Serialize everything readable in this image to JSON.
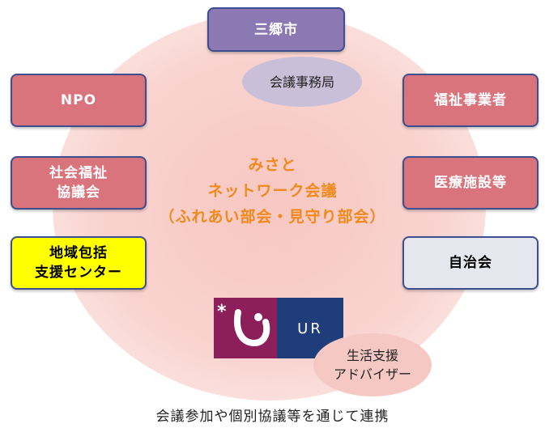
{
  "nodes": {
    "city": "三郷市",
    "secretariat": "会議事務局",
    "npo": "NPO",
    "welfare_provider": "福祉事業者",
    "social_welfare_council": [
      "社会福祉",
      "協議会"
    ],
    "medical": "医療施設等",
    "community_center": [
      "地域包括",
      "支援センター"
    ],
    "neighborhood": "自治会",
    "life_advisor": [
      "生活支援",
      "アドバイザー"
    ]
  },
  "center": [
    "みさと",
    "ネットワーク会議",
    "（ふれあい部会・見守り部会）"
  ],
  "logo": {
    "text": "UR",
    "icon": "ur-logo-icon"
  },
  "caption": "会議参加や個別協議等を通じて連携",
  "colors": {
    "pink_box": "#d9737c",
    "purple_box": "#8c78b3",
    "yellow_box": "#ffff00",
    "grey_box": "#e6e6ee",
    "border": "#3e4f8f",
    "center_text": "#f08a1c",
    "background_circle": "#f9d3cf",
    "secretariat_oval": "#c9bfd8",
    "advisor_oval": "#f6c8c4"
  }
}
